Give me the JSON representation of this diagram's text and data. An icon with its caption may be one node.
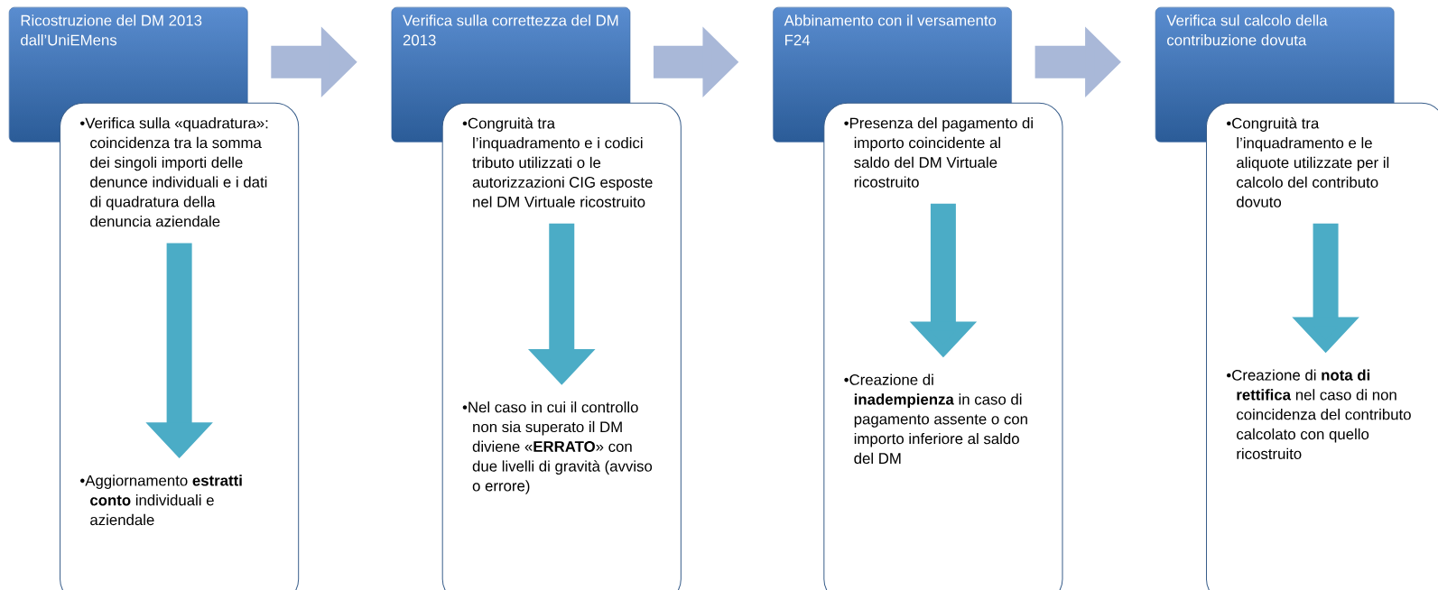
{
  "diagram": {
    "nodes": [
      {
        "text": [
          "Ricostruzione del DM 2013 dall’UniEMens"
        ]
      },
      {
        "text": [],
        "shape": "box"
      },
      {
        "text": [
          "•Verifica sulla «quadratura»: coincidenza tra la somma dei singoli importi delle denunce individuali e i dati di quadratura della denuncia aziendale"
        ],
        "in": 1
      },
      {
        "text": [
          "•Aggiornamento **estratti conto** individuali e aziendale"
        ],
        "in": 1
      },
      {
        "text": [
          "Verifica sulla correttezza del DM 2013"
        ]
      },
      {
        "text": [],
        "shape": "box"
      },
      {
        "text": [
          "•Congruità tra l’inquadramento e i codici tributo utilizzati o le autorizzazioni CIG esposte nel DM Virtuale ricostruito"
        ],
        "in": 5
      },
      {
        "text": [
          "•Nel caso in cui il controllo non sia superato il DM diviene «**ERRATO**» con due livelli di gravità (avviso o errore)"
        ],
        "in": 5
      },
      {
        "text": [
          "Abbinamento con il versamento F24"
        ]
      },
      {
        "text": [],
        "shape": "box"
      },
      {
        "text": [
          "•Presenza del pagamento di importo coincidente al saldo del DM Virtuale ricostruito"
        ],
        "in": 9
      },
      {
        "text": [
          "•Creazione di **inadempienza** in caso di pagamento assente o con importo inferiore al saldo del DM"
        ],
        "in": 9
      },
      {
        "text": [
          "Verifica sul calcolo della contribuzione dovuta"
        ]
      },
      {
        "text": [],
        "shape": "box"
      },
      {
        "text": [
          "•Congruità tra l’inquadramento e le aliquote utilizzate per il calcolo del contributo dovuto"
        ],
        "in": 13
      },
      {
        "text": [
          "•Creazione di **nota di rettifica** nel caso di non coincidenza del contributo calcolato con quello ricostruito"
        ],
        "in": 13
      }
    ],
    "edges": [
      {
        "from": 0,
        "to": 4,
        "arrow": "to",
        "color": "#a9b8d8"
      },
      {
        "from": 4,
        "to": 8,
        "arrow": "to",
        "color": "#a9b8d8"
      },
      {
        "from": 8,
        "to": 12,
        "arrow": "to",
        "color": "#a9b8d8"
      },
      {
        "from": 2,
        "to": 3,
        "arrow": "to"
      },
      {
        "from": 6,
        "to": 7,
        "arrow": "to"
      },
      {
        "from": 10,
        "to": 11,
        "arrow": "to"
      },
      {
        "from": 14,
        "to": 15,
        "arrow": "to"
      }
    ]
  }
}
